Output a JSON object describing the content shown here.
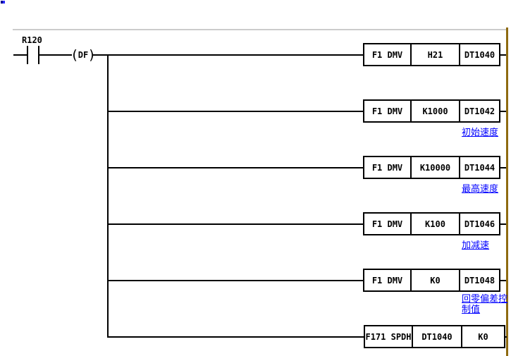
{
  "ladder": {
    "input_rung": {
      "contact_label": "R120",
      "df_instruction_label": "DF"
    },
    "rungs": [
      {
        "op": "F1 DMV",
        "operand1": "H21",
        "operand2": "DT1040"
      },
      {
        "op": "F1 DMV",
        "operand1": "K1000",
        "operand2": "DT1042",
        "comment": "初始速度"
      },
      {
        "op": "F1 DMV",
        "operand1": "K10000",
        "operand2": "DT1044",
        "comment": "最高速度"
      },
      {
        "op": "F1 DMV",
        "operand1": "K100",
        "operand2": "DT1046",
        "comment": "加减速"
      },
      {
        "op": "F1 DMV",
        "operand1": "K0",
        "operand2": "DT1048",
        "comment": "回零偏差控制值"
      },
      {
        "op": "F171 SPDH",
        "operand1": "DT1040",
        "operand2": "K0"
      }
    ],
    "colors": {
      "wire": "#000000",
      "right_power_rail": "#8e6a10",
      "rung_separator": "#cccccc",
      "comment_text": "#0000ff"
    }
  }
}
